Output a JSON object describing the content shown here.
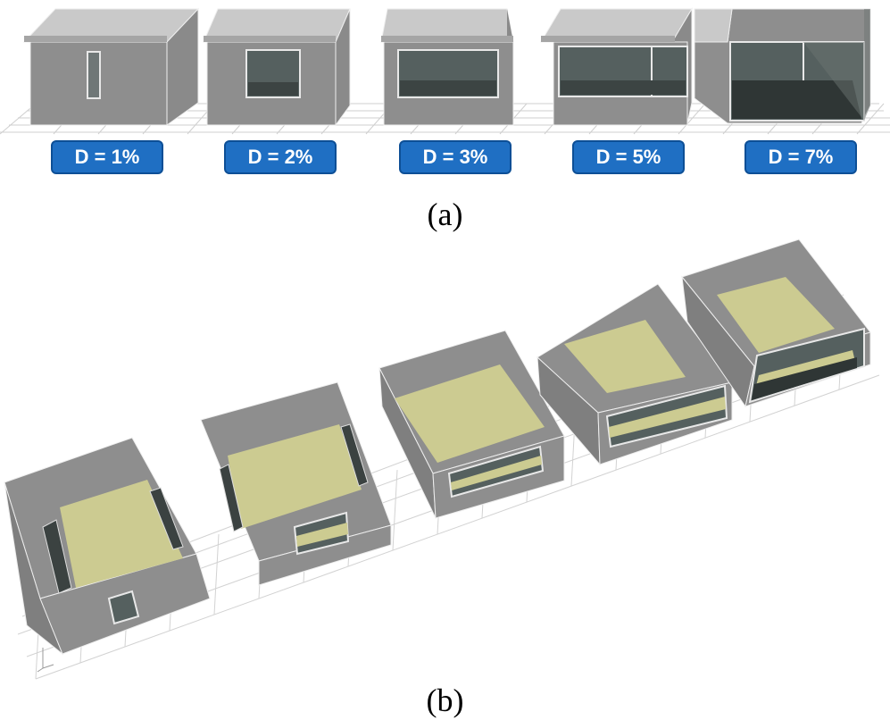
{
  "panel_a": {
    "label": "(a)",
    "rooms": [
      {
        "badge": "D = 1%",
        "window_ratio_percent": 1
      },
      {
        "badge": "D = 2%",
        "window_ratio_percent": 2
      },
      {
        "badge": "D = 3%",
        "window_ratio_percent": 3
      },
      {
        "badge": "D = 5%",
        "window_ratio_percent": 5
      },
      {
        "badge": "D = 7%",
        "window_ratio_percent": 7
      }
    ]
  },
  "panel_b": {
    "label": "(b)",
    "rooms_count": 5
  },
  "colors": {
    "wall": "#8e8e8e",
    "wall_light": "#a3a3a3",
    "roof": "#c9c9c9",
    "glass": "#55605f",
    "floor": "#cccb91",
    "badge_bg": "#1f6fc3",
    "grid": "#d0d0d0"
  }
}
